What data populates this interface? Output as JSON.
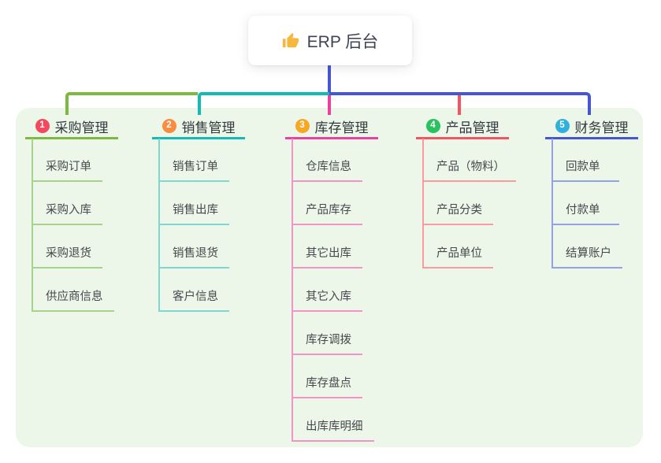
{
  "root": {
    "label": "ERP 后台",
    "icon": "thumbs-up-icon",
    "icon_color": "#f5b73d"
  },
  "canvas": {
    "background": "#ffffff",
    "panel_color": "#ecf7e9",
    "root_connector_color": "#4456d2"
  },
  "branches": [
    {
      "badge": "1",
      "label": "采购管理",
      "badge_color": "#f2495e",
      "line_color": "#7cb93f",
      "child_line_color": "#a6d38a",
      "children": [
        "采购订单",
        "采购入库",
        "采购退货",
        "供应商信息"
      ]
    },
    {
      "badge": "2",
      "label": "销售管理",
      "badge_color": "#fa8c41",
      "line_color": "#12bcb2",
      "child_line_color": "#82d6d0",
      "children": [
        "销售订单",
        "销售出库",
        "销售退货",
        "客户信息"
      ]
    },
    {
      "badge": "3",
      "label": "库存管理",
      "badge_color": "#eb409e",
      "line_color": "#eb409e",
      "badge_color_real": "#f7a723",
      "child_line_color": "#f494c6",
      "children": [
        "仓库信息",
        "产品库存",
        "其它出库",
        "其它入库",
        "库存调拨",
        "库存盘点",
        "出库库明细"
      ]
    },
    {
      "badge": "4",
      "label": "产品管理",
      "badge_color": "#2bc15f",
      "line_color": "#f4535f",
      "child_line_color": "#f99ba1",
      "children": [
        "产品（物料）",
        "产品分类",
        "产品单位"
      ]
    },
    {
      "badge": "5",
      "label": "财务管理",
      "badge_color": "#2eb1dd",
      "line_color": "#4456d2",
      "child_line_color": "#94a1e2",
      "children": [
        "回款单",
        "付款单",
        "结算账户"
      ]
    }
  ]
}
